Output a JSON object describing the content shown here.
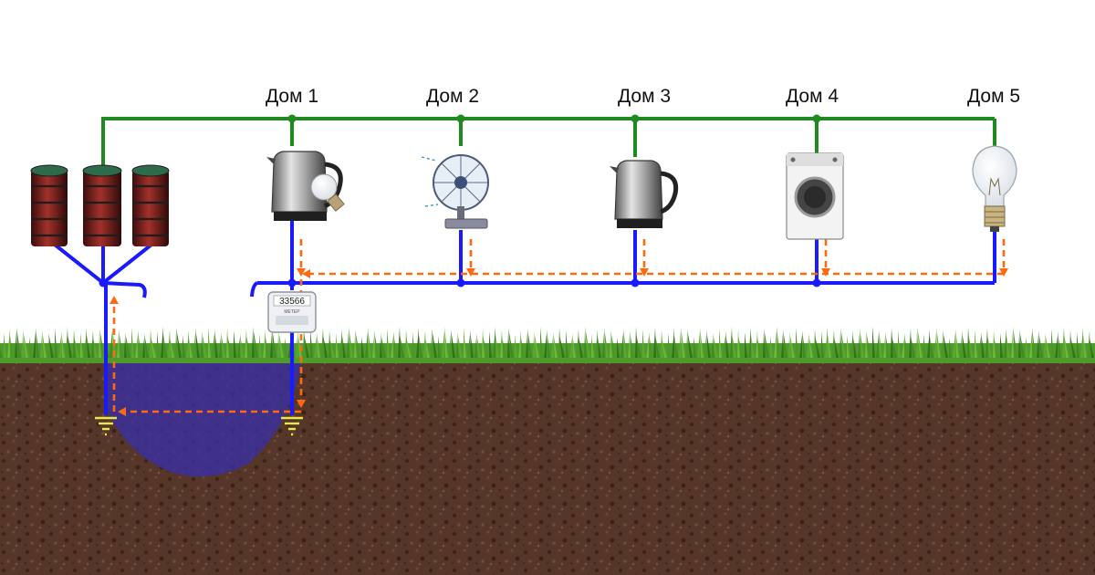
{
  "houses": [
    {
      "label": "Дом 1",
      "appliance": "kettle-with-bulb-icon"
    },
    {
      "label": "Дом 2",
      "appliance": "desk-fan-icon"
    },
    {
      "label": "Дом 3",
      "appliance": "kettle-icon"
    },
    {
      "label": "Дом 4",
      "appliance": "washing-machine-icon"
    },
    {
      "label": "Дом 5",
      "appliance": "light-bulb-icon"
    }
  ],
  "meter": {
    "number": "33566",
    "caption": "МЕТЕР"
  },
  "transformer": {
    "coils": 3,
    "icon": "transformer-coil-icon"
  },
  "colors": {
    "phase_wire": "#1f8a1f",
    "neutral_wire": "#1a1aff",
    "current_flow": "#ff6a10",
    "ground_current_zone": "#3a2fa0",
    "soil": "#5a3b2c",
    "grass": "#4e9a2a",
    "ground_symbol": "#e8e84a"
  }
}
